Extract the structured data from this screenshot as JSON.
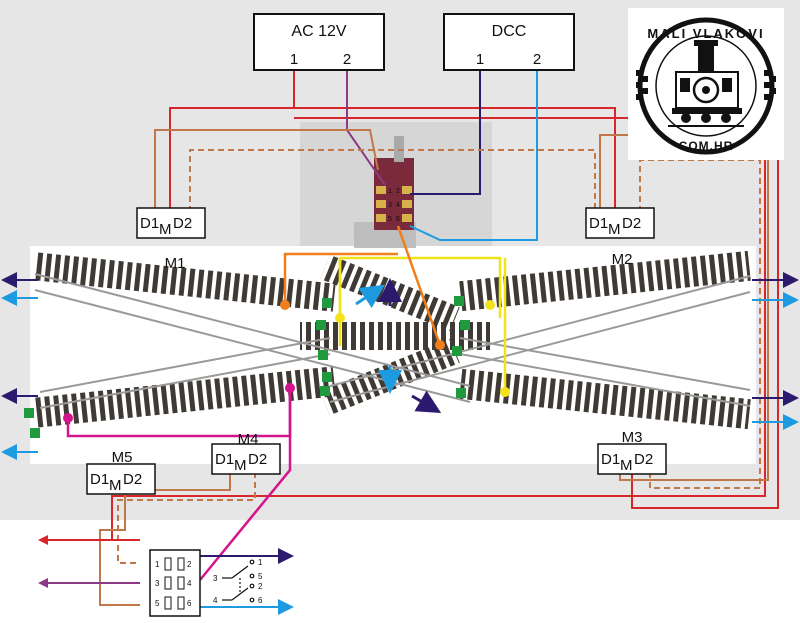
{
  "power": {
    "ac": {
      "title": "AC 12V",
      "pin1": "1",
      "pin2": "2"
    },
    "dcc": {
      "title": "DCC",
      "pin1": "1",
      "pin2": "2"
    }
  },
  "motors": [
    {
      "id": "M1",
      "left": "D1",
      "mid": "M",
      "right": "D2"
    },
    {
      "id": "M2",
      "left": "D1",
      "mid": "M",
      "right": "D2"
    },
    {
      "id": "M3",
      "left": "D1",
      "mid": "M",
      "right": "D2"
    },
    {
      "id": "M4",
      "left": "D1",
      "mid": "M",
      "right": "D2"
    },
    {
      "id": "M5",
      "left": "D1",
      "mid": "M",
      "right": "D2"
    }
  ],
  "toggle_pins": [
    "1",
    "2",
    "3",
    "4",
    "5",
    "6"
  ],
  "switch_diagram": {
    "pins": [
      "1",
      "2",
      "3",
      "4",
      "5",
      "6"
    ]
  },
  "logo": {
    "top": "MALI VLAKOVI",
    "bottom": "COM.HR"
  },
  "colors": {
    "red": "#d9262c",
    "brown": "#c0784a",
    "orange": "#f07f1a",
    "navy": "#2b1a6e",
    "cyan": "#1e9be0",
    "magenta": "#d4148c",
    "purple": "#8c3a86",
    "yellow": "#f2e21a",
    "green": "#1f9a3c"
  }
}
